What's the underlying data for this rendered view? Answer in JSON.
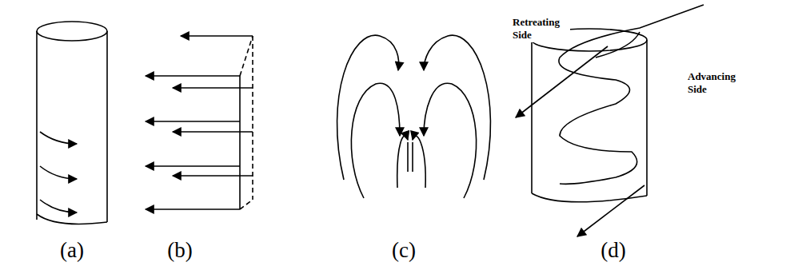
{
  "diagram": {
    "labels": [
      "(a)",
      "(b)",
      "(c)",
      "(d)",
      "Retreating Side",
      "Advancing Side"
    ]
  }
}
